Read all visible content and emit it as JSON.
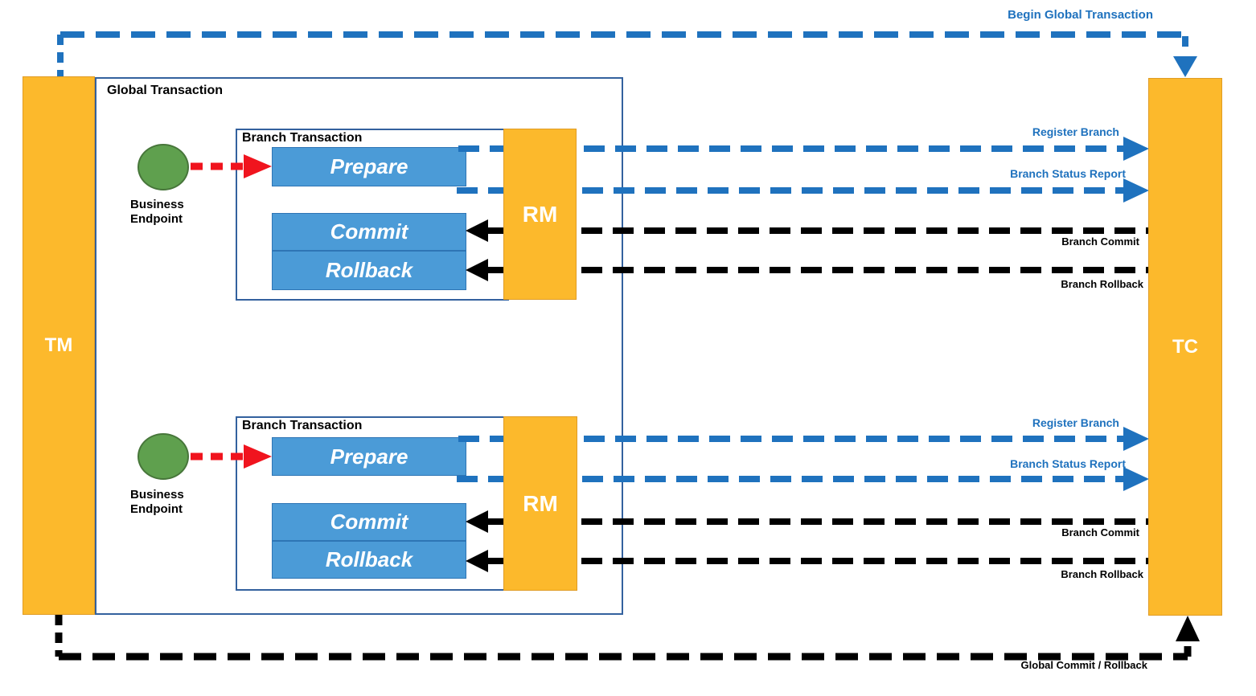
{
  "colors": {
    "orange": "#FCB92C",
    "orange_border": "#E09C25",
    "step_blue": "#4B9BD7",
    "step_blue_border": "#2E75B5",
    "green": "#5FA04E",
    "green_border": "#47763A",
    "line_blue": "#1F72BE",
    "line_red": "#F0141E",
    "line_black": "#000000",
    "frame_blue": "#33619E"
  },
  "tm_label": "TM",
  "tc_label": "TC",
  "global_box_label": "Global Transaction",
  "top_arrow_label": "Begin Global Transaction",
  "bottom_arrow_label": "Global Commit / Rollback",
  "branches": [
    {
      "box_label": "Branch Transaction",
      "endpoint_label": "Business\nEndpoint",
      "rm_label": "RM",
      "steps": {
        "prepare": "Prepare",
        "commit": "Commit",
        "rollback": "Rollback"
      },
      "arrow_labels": {
        "register_branch": "Register Branch",
        "branch_status_report": "Branch Status Report",
        "branch_commit": "Branch Commit",
        "branch_rollback": "Branch Rollback"
      }
    },
    {
      "box_label": "Branch Transaction",
      "endpoint_label": "Business\nEndpoint",
      "rm_label": "RM",
      "steps": {
        "prepare": "Prepare",
        "commit": "Commit",
        "rollback": "Rollback"
      },
      "arrow_labels": {
        "register_branch": "Register Branch",
        "branch_status_report": "Branch Status Report",
        "branch_commit": "Branch Commit",
        "branch_rollback": "Branch Rollback"
      }
    }
  ]
}
